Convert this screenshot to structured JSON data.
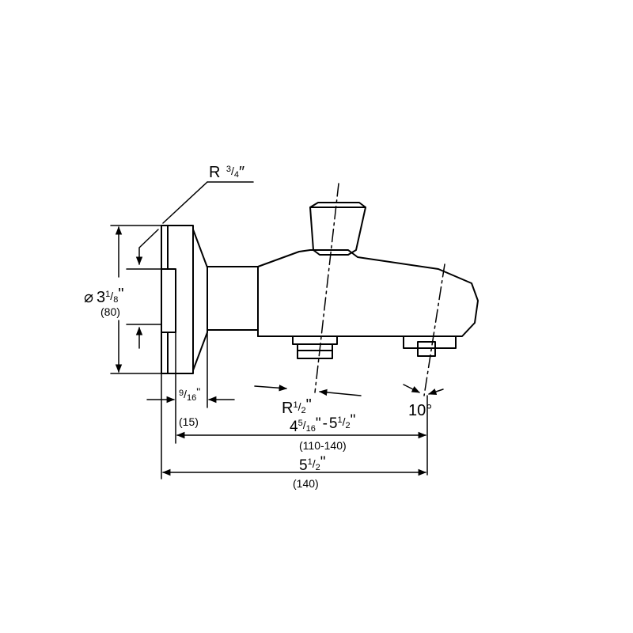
{
  "labels": {
    "thread_outlet": {
      "prefix": "R",
      "num": "3",
      "den": "4",
      "mark": "″"
    },
    "diameter": {
      "symbol": "⌀",
      "whole": "3",
      "num": "1",
      "den": "8",
      "mark": "\"",
      "metric": "(80)"
    },
    "depth": {
      "num": "9",
      "den": "16",
      "mark": "\"",
      "metric": "(15)"
    },
    "thread_inlet": {
      "prefix": "R",
      "num": "1",
      "den": "2",
      "mark": "\""
    },
    "angle": {
      "value": "10°"
    },
    "range": {
      "whole_a": "4",
      "num_a": "5",
      "den_a": "16",
      "mark_a": "\"",
      "sep": "-",
      "whole_b": "5",
      "num_b": "1",
      "den_b": "2",
      "mark_b": "\"",
      "metric": "(110-140)"
    },
    "overall": {
      "whole": "5",
      "num": "1",
      "den": "2",
      "mark": "\"",
      "metric": "(140)"
    }
  }
}
